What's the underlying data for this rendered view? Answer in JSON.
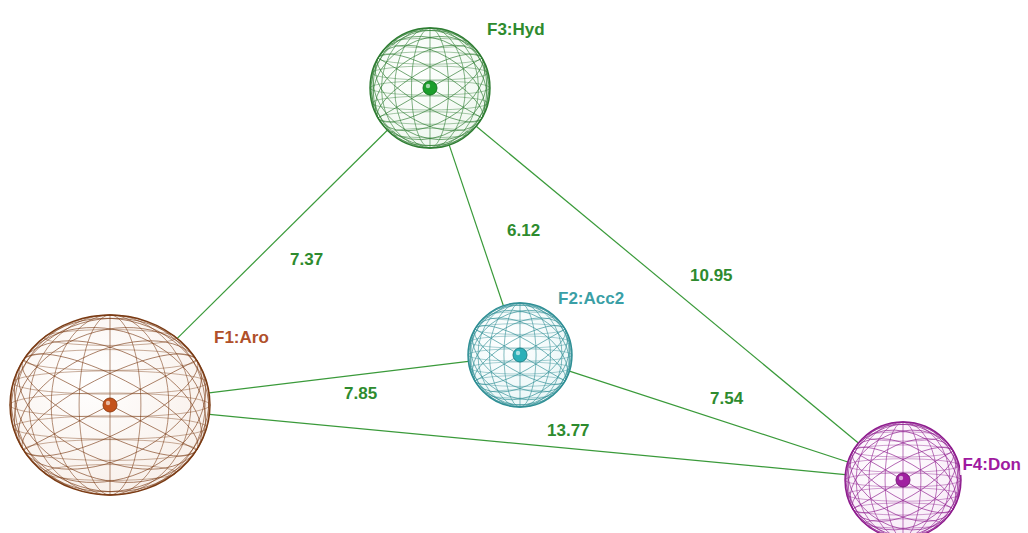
{
  "diagram": {
    "nodes": [
      {
        "text": [
          "F3:Hyd"
        ]
      },
      {
        "text": [
          "F1:Aro"
        ]
      },
      {
        "text": [
          "F2:Acc2"
        ]
      },
      {
        "text": [
          "F4:Don"
        ]
      }
    ],
    "edges": [
      {
        "from": 1,
        "to": 0,
        "arrow": "none",
        "label": "7.37"
      },
      {
        "from": 0,
        "to": 2,
        "arrow": "none",
        "label": "6.12"
      },
      {
        "from": 0,
        "to": 3,
        "arrow": "none",
        "label": "10.95"
      },
      {
        "from": 1,
        "to": 2,
        "arrow": "none",
        "label": "7.85"
      },
      {
        "from": 2,
        "to": 3,
        "arrow": "none",
        "label": "7.54"
      },
      {
        "from": 1,
        "to": 3,
        "arrow": "none",
        "label": "13.77"
      }
    ]
  }
}
